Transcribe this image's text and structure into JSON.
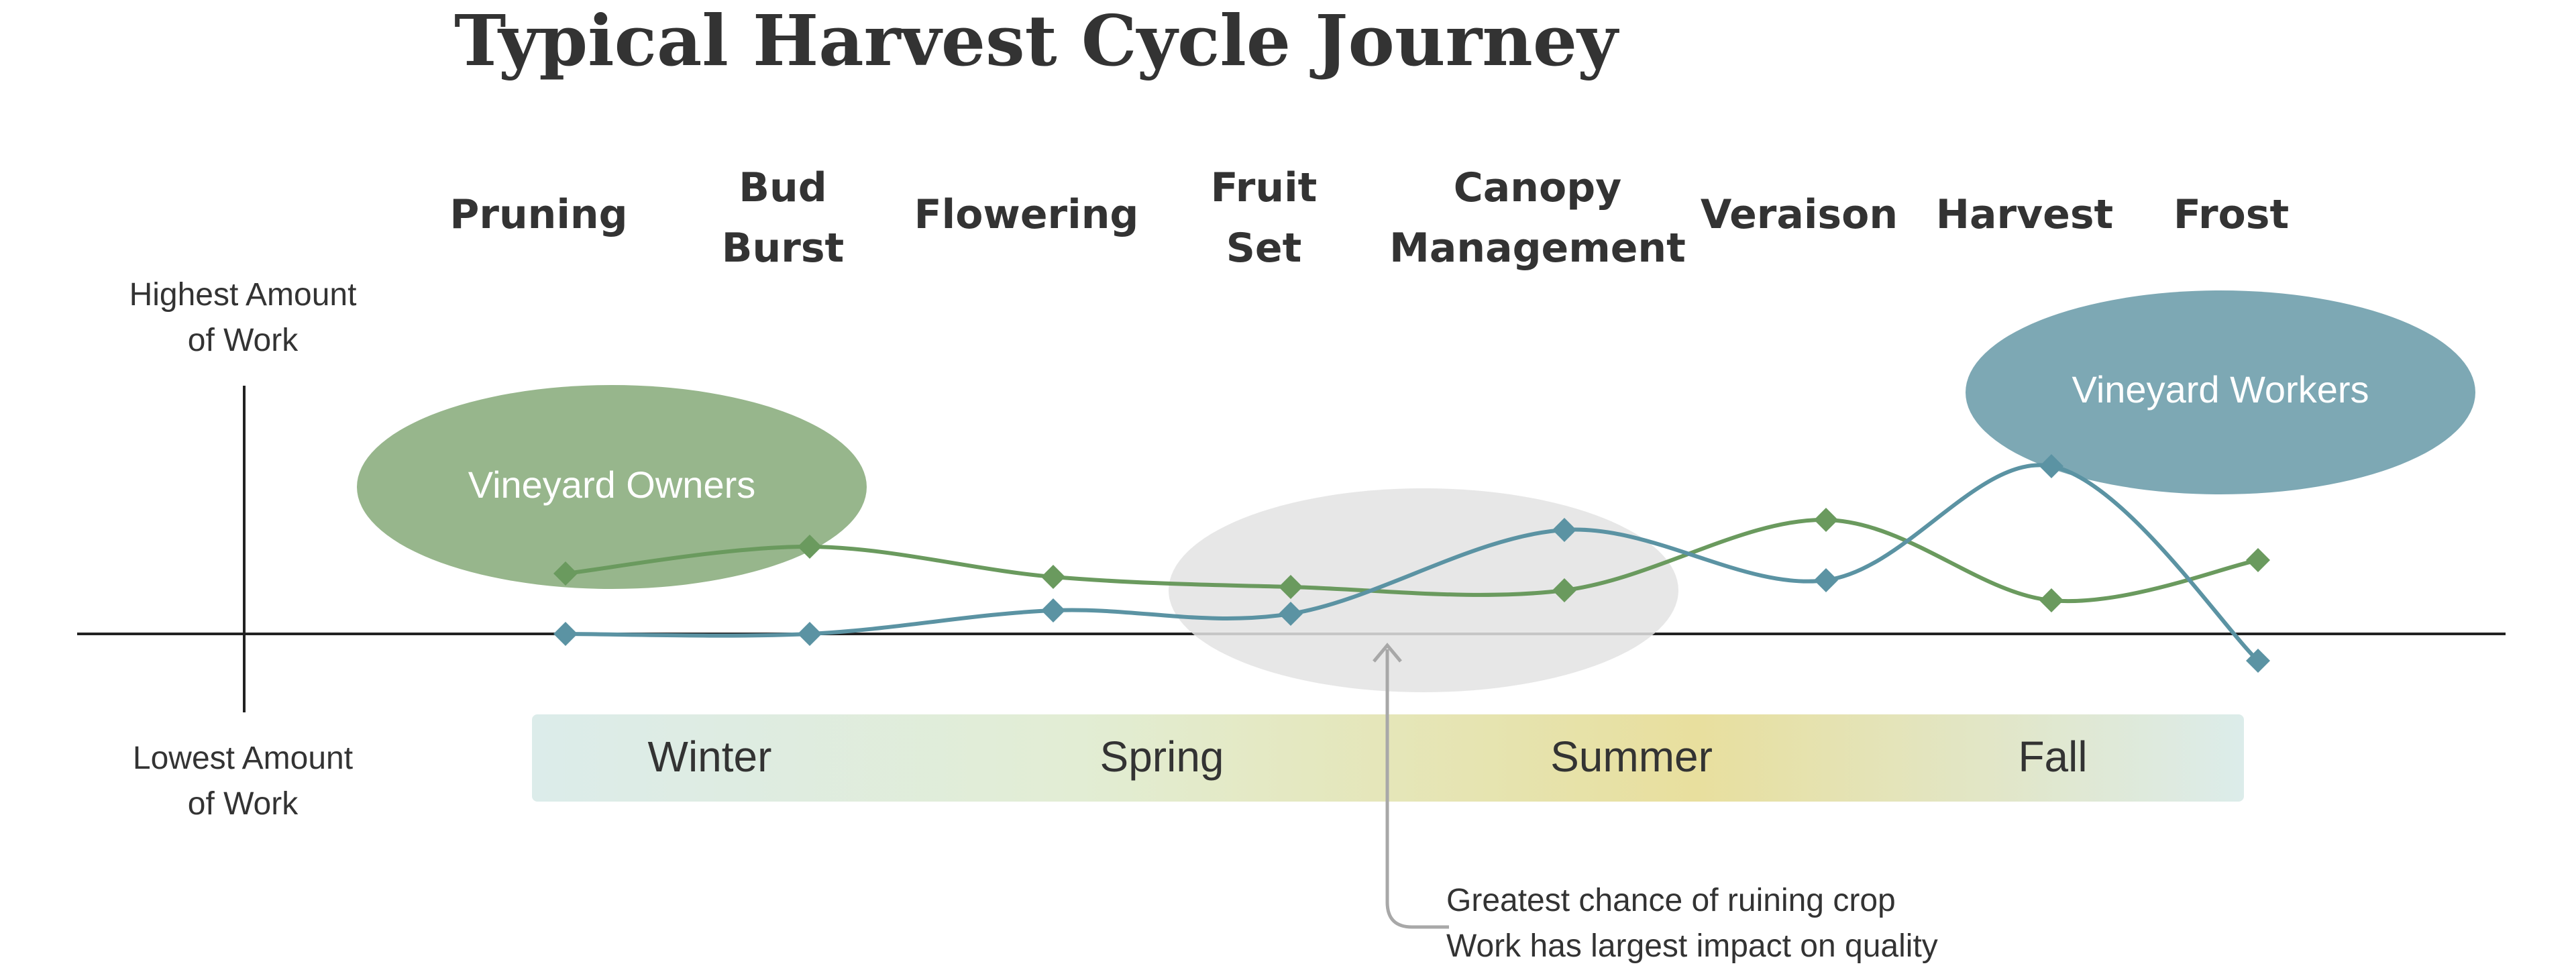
{
  "chart_data": {
    "type": "line",
    "title": "Typical Harvest Cycle Journey",
    "stages": [
      "Pruning",
      "Bud Burst",
      "Flowering",
      "Fruit Set",
      "Canopy Management",
      "Veraison",
      "Harvest",
      "Frost"
    ],
    "y_axis": {
      "high_label": "Highest Amount of Work",
      "low_label": "Lowest Amount of Work"
    },
    "series": [
      {
        "name": "Vineyard Owners",
        "color": "#6a9a5e",
        "bubble_color": "#97b68c",
        "values": [
          0.18,
          0.26,
          0.17,
          0.14,
          0.13,
          0.34,
          0.1,
          0.22
        ]
      },
      {
        "name": "Vineyard Workers",
        "color": "#5b93a3",
        "bubble_color": "#7da8b4",
        "values": [
          0.0,
          0.0,
          0.07,
          0.06,
          0.31,
          0.16,
          0.5,
          -0.08
        ]
      }
    ],
    "seasons": [
      "Winter",
      "Spring",
      "Summer",
      "Fall"
    ],
    "season_colors": [
      "#dcecea",
      "#e2edd4",
      "#e8df9e",
      "#dcecea"
    ],
    "annotation": {
      "lines": [
        "Greatest chance of ruining crop",
        "Work has largest impact on quality"
      ]
    }
  }
}
